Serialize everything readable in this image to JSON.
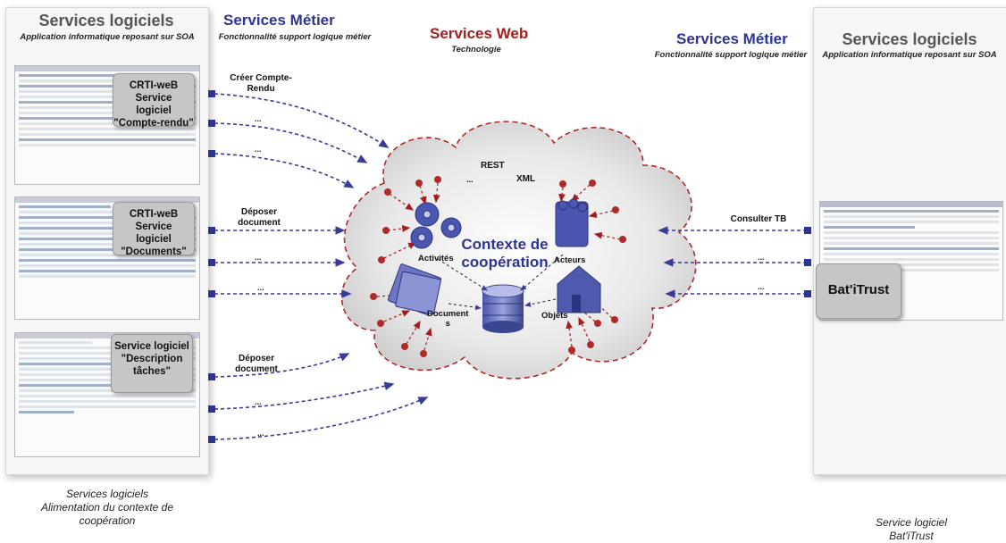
{
  "left_panel": {
    "title": "Services logiciels",
    "subtitle": "Application informatique reposant sur SOA",
    "boxes": [
      {
        "line1": "CRTI-weB Service",
        "line2": "logiciel",
        "line3": "\"Compte-rendu\""
      },
      {
        "line1": "CRTI-weB Service",
        "line2": "logiciel",
        "line3": "\"Documents\""
      },
      {
        "line1": "Service logiciel",
        "line2": "\"Description",
        "line3": "tâches\""
      }
    ],
    "caption_l1": "Services logiciels",
    "caption_l2": "Alimentation du contexte de",
    "caption_l3": "coopération"
  },
  "left_metier": {
    "title": "Services Métier",
    "subtitle": "Fonctionnalité support logique métier"
  },
  "web": {
    "title": "Services Web",
    "subtitle": "Technologie"
  },
  "right_metier": {
    "title": "Services Métier",
    "subtitle": "Fonctionnalité support logique métier"
  },
  "right_panel": {
    "title": "Services logiciels",
    "subtitle": "Application informatique reposant sur SOA",
    "box": "Bat'iTrust",
    "caption_l1": "Service logiciel",
    "caption_l2": "Bat'iTrust"
  },
  "arrows_left": {
    "a1_l1": "Créer Compte-",
    "a1_l2": "Rendu",
    "a2": "...",
    "a3": "...",
    "b1_l1": "Déposer",
    "b1_l2": "document",
    "b2": "...",
    "b3": "...",
    "c1_l1": "Déposer",
    "c1_l2": "document",
    "c2": "...",
    "c3": "..."
  },
  "arrows_right": {
    "r1": "Consulter TB",
    "r2": "...",
    "r3": "..."
  },
  "cloud": {
    "center_l1": "Contexte de",
    "center_l2": "coopération",
    "rest": "REST",
    "xml": "XML",
    "dots": "...",
    "activites": "Activités",
    "acteurs": "Acteurs",
    "documents_l1": "Document",
    "documents_l2": "s",
    "objets": "Objets"
  },
  "colors": {
    "blue": "#2d3594",
    "red": "#a31e1e",
    "cloud_border": "#b02a2a",
    "arrow": "#3a3a9a"
  }
}
